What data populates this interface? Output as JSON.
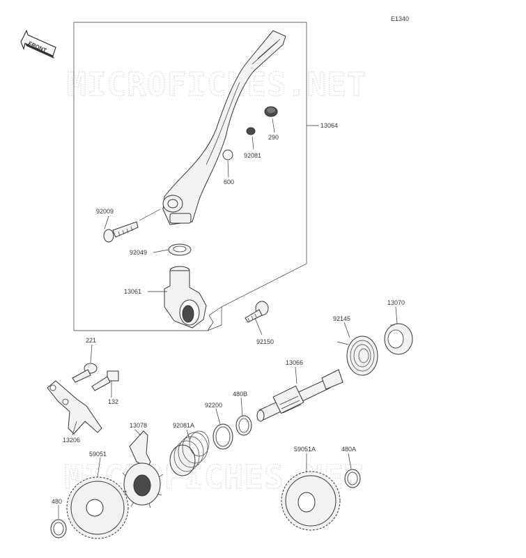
{
  "diagram_code": "E1340",
  "front_label": "FRONT",
  "watermark_text": "MICROFICHES.NET",
  "parts": {
    "p13064": "13064",
    "p290": "290",
    "p92081": "92081",
    "p600": "600",
    "p92009": "92009",
    "p92049": "92049",
    "p13061": "13061",
    "p92150": "92150",
    "p13070": "13070",
    "p92145": "92145",
    "p13066": "13066",
    "p221": "221",
    "p132": "132",
    "p13206": "13206",
    "p480B": "480B",
    "p92200": "92200",
    "p92081A": "92081A",
    "p13078": "13078",
    "p59051": "59051",
    "p59051A": "59051A",
    "p480A": "480A",
    "p480": "480"
  }
}
